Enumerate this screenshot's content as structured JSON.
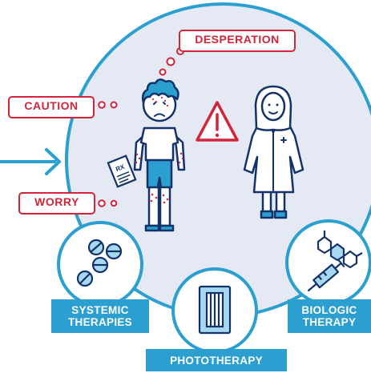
{
  "emotions": {
    "desperation": "DESPERATION",
    "caution": "CAUTION",
    "worry": "WORRY"
  },
  "prescription": {
    "text": "RX"
  },
  "therapies": {
    "systemic_line1": "SYSTEMIC",
    "systemic_line2": "THERAPIES",
    "phototherapy": "PHOTOTHERAPY",
    "biologic_line1": "BIOLOGIC",
    "biologic_line2": "THERAPY"
  },
  "colors": {
    "navy": "#13326a",
    "accent_blue": "#2a9fd0",
    "circle_fill": "#e4e9f4",
    "alert_red": "#d3243a"
  },
  "icons": [
    "warning-icon",
    "pills-icon",
    "phototherapy-unit-icon",
    "syringe-molecule-icon",
    "rx-paper-icon"
  ]
}
